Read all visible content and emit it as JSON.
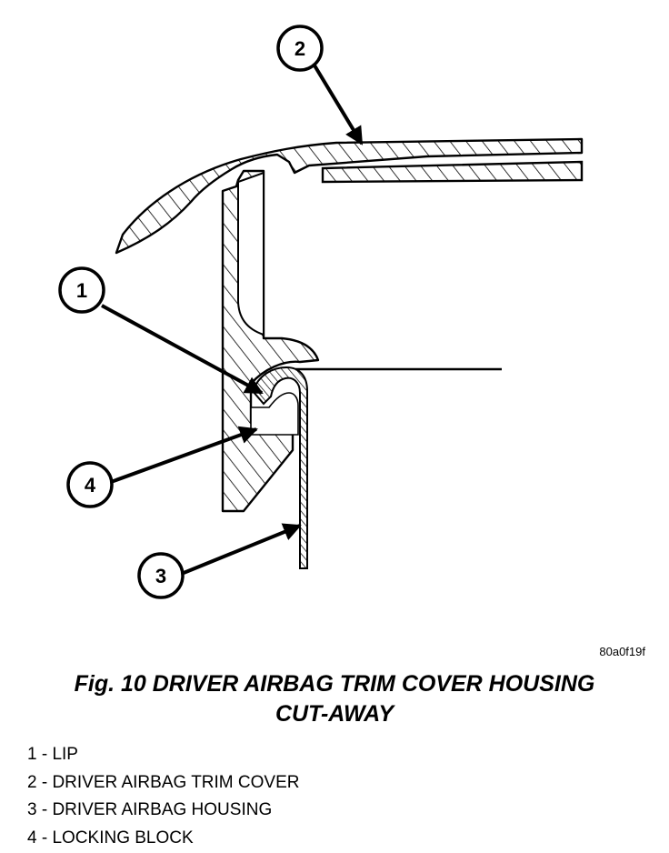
{
  "diagram": {
    "callouts": [
      "1",
      "2",
      "3",
      "4"
    ]
  },
  "figure_code": "80a0f19f",
  "caption": {
    "line1": "Fig. 10 DRIVER AIRBAG TRIM COVER HOUSING",
    "line2": "CUT-AWAY"
  },
  "legend": [
    "1 - LIP",
    "2 - DRIVER AIRBAG TRIM COVER",
    "3 - DRIVER AIRBAG HOUSING",
    "4 - LOCKING BLOCK"
  ]
}
